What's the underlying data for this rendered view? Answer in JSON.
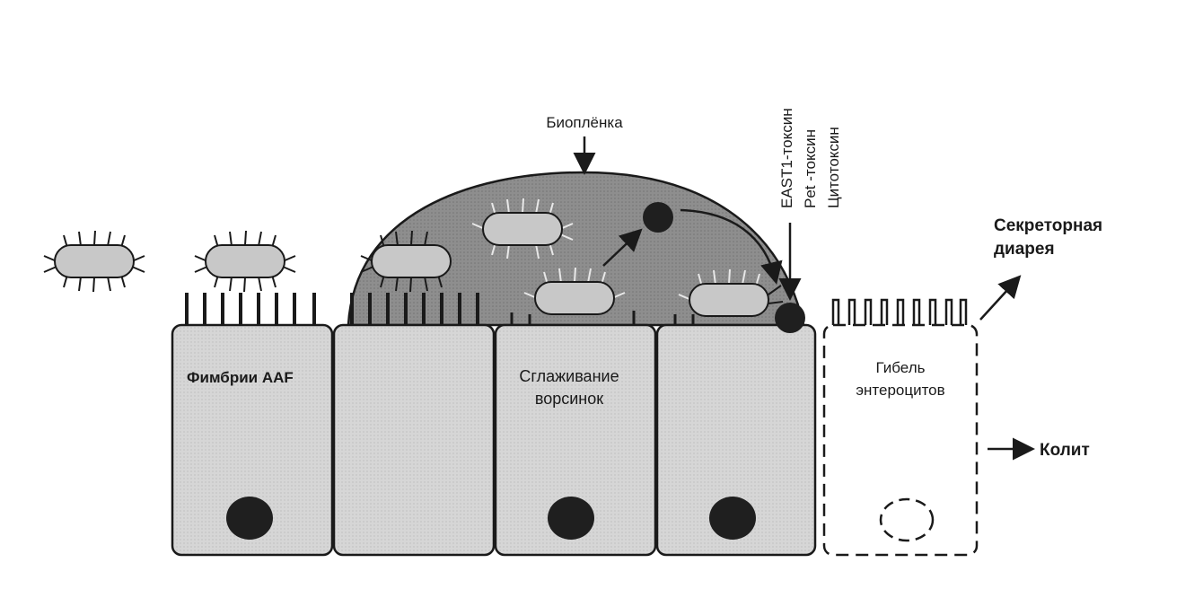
{
  "labels": {
    "biofilm": "Биоплёнка",
    "toxin1": "EAST1-токсин",
    "toxin2": "Pet -токсин",
    "toxin3": "Цитотоксин",
    "secretory_line1": "Секреторная",
    "secretory_line2": "диарея",
    "fimbriae": "Фимбрии AAF",
    "smoothing_line1": "Сглаживание",
    "smoothing_line2": "ворсинок",
    "death_line1": "Гибель",
    "death_line2": "энтероцитов",
    "colitis": "Колит"
  },
  "colors": {
    "biofilm": "#8a8a8a",
    "cell": "#dcdcdc",
    "bacterium": "#c4c4c4",
    "nucleus": "#202020",
    "stroke": "#1a1a1a"
  }
}
